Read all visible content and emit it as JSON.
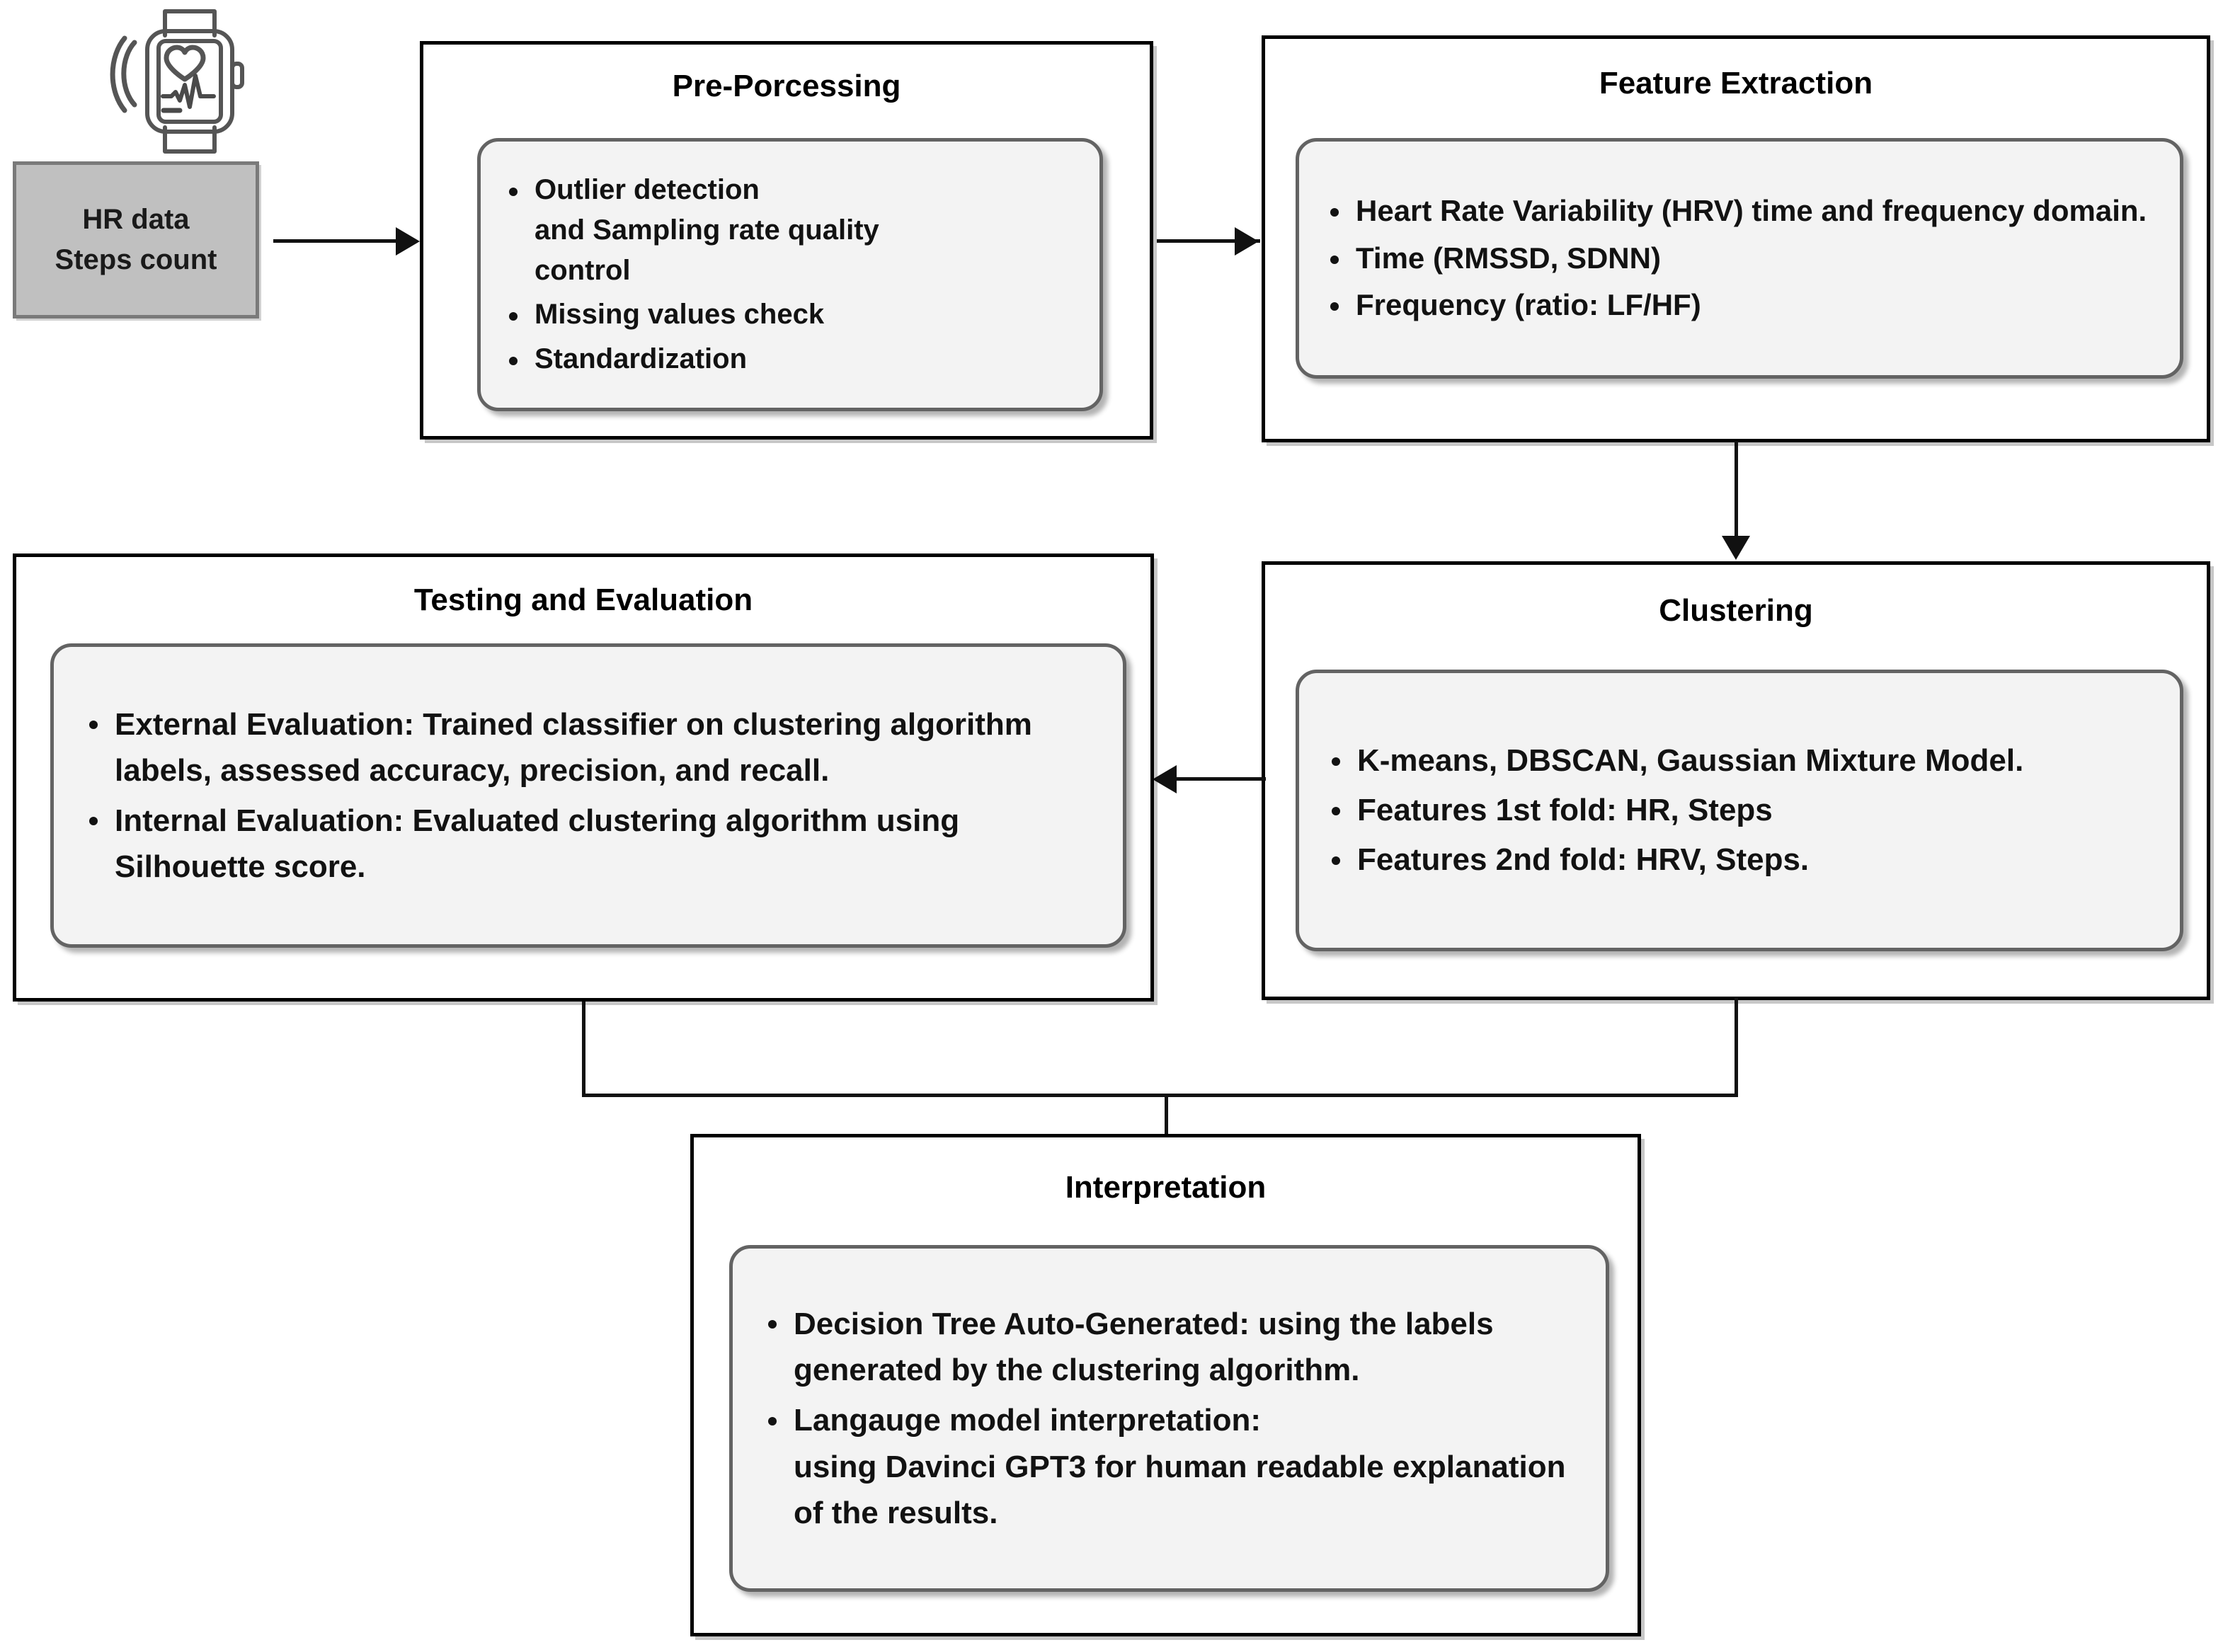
{
  "diagram": {
    "title_visible": false,
    "colors": {
      "outer_border": "#000000",
      "panel_fill": "#f3f3f3",
      "panel_border": "#636363",
      "source_fill": "#c0c0c0",
      "source_border": "#7a7a7a",
      "connector": "#111111"
    }
  },
  "source": {
    "icon": "smartwatch-heart-rate-icon",
    "line1": "HR data",
    "line2": "Steps count"
  },
  "stages": [
    {
      "id": "pre-processing",
      "title": "Pre-Porcessing",
      "items": [
        "Outlier detection\nand Sampling rate quality\ncontrol",
        "Missing values check",
        "Standardization"
      ]
    },
    {
      "id": "feature-extraction",
      "title": "Feature Extraction",
      "items": [
        "Heart Rate Variability (HRV) time and frequency domain.",
        "Time (RMSSD, SDNN)",
        "Frequency (ratio: LF/HF)"
      ]
    },
    {
      "id": "clustering",
      "title": "Clustering",
      "items": [
        "K-means, DBSCAN, Gaussian Mixture Model.",
        "Features 1st fold: HR, Steps",
        "Features 2nd fold: HRV, Steps."
      ]
    },
    {
      "id": "testing-and-evaluation",
      "title": "Testing and Evaluation",
      "items": [
        "External Evaluation: Trained classifier on clustering algorithm labels, assessed accuracy, precision, and recall.",
        "Internal Evaluation: Evaluated clustering algorithm using Silhouette score."
      ]
    },
    {
      "id": "interpretation",
      "title": "Interpretation",
      "items": [
        " Decision Tree Auto-Generated: using the labels generated by the clustering algorithm.",
        "Langauge model interpretation:\nusing Davinci GPT3 for human readable explanation of the results."
      ]
    }
  ],
  "connectors": [
    {
      "from": "source",
      "to": "pre-processing",
      "direction": "right"
    },
    {
      "from": "pre-processing",
      "to": "feature-extraction",
      "direction": "right"
    },
    {
      "from": "feature-extraction",
      "to": "clustering",
      "direction": "down"
    },
    {
      "from": "clustering",
      "to": "testing-and-evaluation",
      "direction": "left"
    },
    {
      "from": "testing-and-evaluation",
      "to": "interpretation",
      "direction": "down"
    },
    {
      "from": "clustering",
      "to": "interpretation",
      "direction": "down"
    }
  ]
}
